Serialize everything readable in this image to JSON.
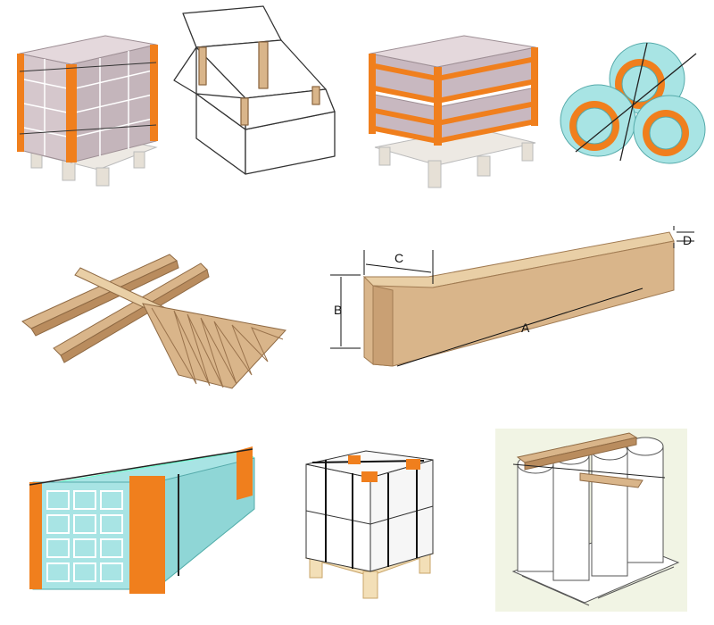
{
  "colors": {
    "orange": "#F07F1D",
    "orange_dark": "#C9620E",
    "kraft": "#D9B58A",
    "kraft_dark": "#B98C5E",
    "kraft_light": "#E9CFA6",
    "box_pink": "#D5C7CC",
    "box_pink_dark": "#B7A8AE",
    "cyan": "#A8E4E4",
    "cyan_dark": "#6FC7C8",
    "pallet": "#EDE9E3",
    "pallet_wood": "#F3DFB7",
    "bg_panel": "#F1F4E4",
    "strap": "#222222"
  },
  "diagram": {
    "dimension_labels": {
      "a": "A",
      "b": "B",
      "c": "C",
      "d": "D"
    }
  },
  "panels": [
    {
      "name": "pallet-boxes-corner-edges",
      "icon": "pallet-boxes-icon"
    },
    {
      "name": "open-box-corner-inserts",
      "icon": "open-box-icon"
    },
    {
      "name": "pallet-layered-boxes",
      "icon": "pallet-layers-icon"
    },
    {
      "name": "pipe-rolls-bundle",
      "icon": "pipe-rolls-icon"
    },
    {
      "name": "edge-protector-profiles",
      "icon": "edge-profiles-icon"
    },
    {
      "name": "edge-protector-dimension-diagram",
      "icon": "dimension-diagram-icon"
    },
    {
      "name": "long-bundle-tubes",
      "icon": "tube-bundle-icon"
    },
    {
      "name": "strapped-pallet-box",
      "icon": "strapped-box-icon"
    },
    {
      "name": "pallet-rolls-top-protector",
      "icon": "pallet-rolls-icon"
    }
  ]
}
